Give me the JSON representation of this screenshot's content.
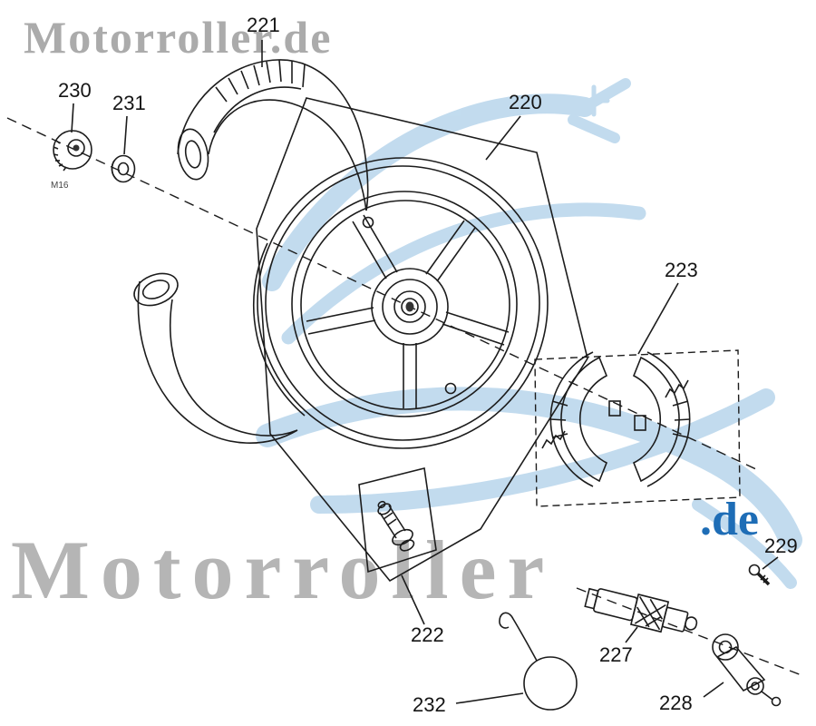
{
  "watermark": {
    "top_text": "Motorroller.de",
    "bottom_text": "Motorroller",
    "suffix_text": ".de",
    "text_color": "#b5b5b5",
    "suffix_color": "#1e6db6",
    "logo_color": "#b3d3eb"
  },
  "drawing": {
    "stroke_color": "#1c1c1c",
    "subject": "rear wheel exploded parts diagram"
  },
  "labels": {
    "l220": "220",
    "l221": "221",
    "l222": "222",
    "l223": "223",
    "l227": "227",
    "l228": "228",
    "l229": "229",
    "l230": "230",
    "l231": "231",
    "l232": "232",
    "nut_marking": "M16"
  }
}
